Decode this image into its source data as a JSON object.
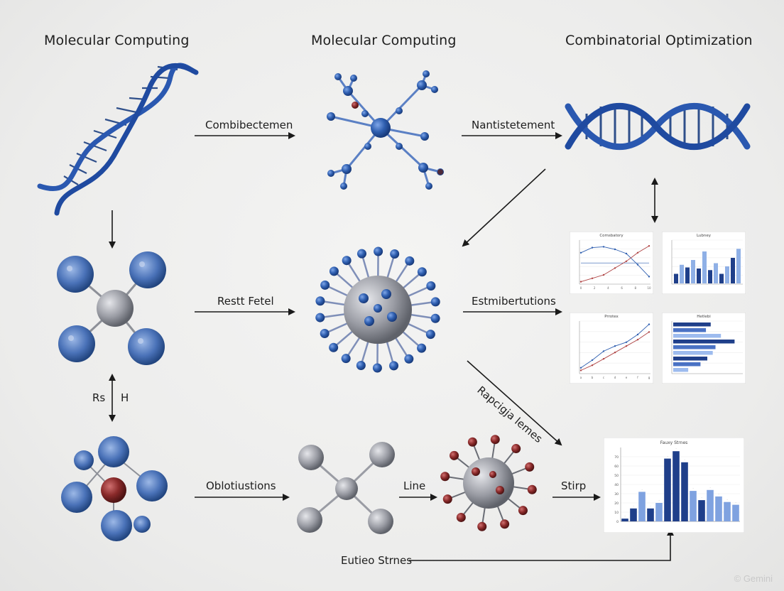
{
  "titles": {
    "left": "Molecular Computing",
    "center": "Molecular Computing",
    "right": "Combinatorial Optimization"
  },
  "edge_labels": {
    "dna_to_network": "Combibectemen",
    "network_to_helix": "Nantistetement",
    "cluster_to_virus": "Restt Fetel",
    "virus_to_charts": "Estmibertutions",
    "diagonal": "Rapcigja lemes",
    "bidir_left_a": "Rs",
    "bidir_left_b": "H",
    "assembly_to_node": "Oblotiustions",
    "node_to_red": "Line",
    "red_to_bar": "Stirp",
    "bottom_return": "Eutieo Strnes"
  },
  "mini_charts": [
    {
      "title": "Comsbatory",
      "type": "line",
      "series": [
        {
          "color": "#2f5fb0",
          "values": [
            36,
            42,
            43,
            40,
            35,
            22,
            8
          ]
        },
        {
          "color": "#b04545",
          "values": [
            2,
            6,
            10,
            18,
            26,
            36,
            44
          ]
        }
      ],
      "reference": 24,
      "ylim": [
        0,
        50
      ],
      "xticks": [
        "0",
        "2",
        "4",
        "6",
        "8",
        "10"
      ]
    },
    {
      "title": "Lubney",
      "type": "bar",
      "values": [
        18,
        35,
        30,
        44,
        28,
        60,
        25,
        38,
        18,
        32,
        48,
        65
      ],
      "ylim": [
        0,
        80
      ]
    },
    {
      "title": "Prrotex",
      "type": "line",
      "series": [
        {
          "color": "#2f5fb0",
          "values": [
            40,
            100,
            170,
            210,
            240,
            300,
            380
          ]
        },
        {
          "color": "#b04545",
          "values": [
            20,
            60,
            110,
            160,
            210,
            260,
            320
          ]
        }
      ],
      "ylim": [
        0,
        400
      ],
      "xticks": [
        "a",
        "b",
        "c",
        "d",
        "e",
        "f",
        "g"
      ]
    },
    {
      "title": "Hetlebi",
      "type": "hbar",
      "values": [
        55,
        48,
        70,
        90,
        62,
        58,
        50,
        40,
        22
      ],
      "xlim": [
        0,
        100
      ]
    }
  ],
  "bar_chart": {
    "title": "Fauxy Strnes",
    "values": [
      3,
      14,
      32,
      14,
      20,
      68,
      76,
      64,
      33,
      23,
      34,
      27,
      21,
      18
    ],
    "ylim": [
      0,
      80
    ],
    "yticks": [
      "0",
      "10",
      "20",
      "30",
      "40",
      "50",
      "60",
      "70"
    ]
  },
  "colors": {
    "blue": "#2f5fb0",
    "dark_blue": "#1f3f8a",
    "grey": "#8f929a",
    "red": "#8a2a2a"
  },
  "watermark": "© Gemini"
}
